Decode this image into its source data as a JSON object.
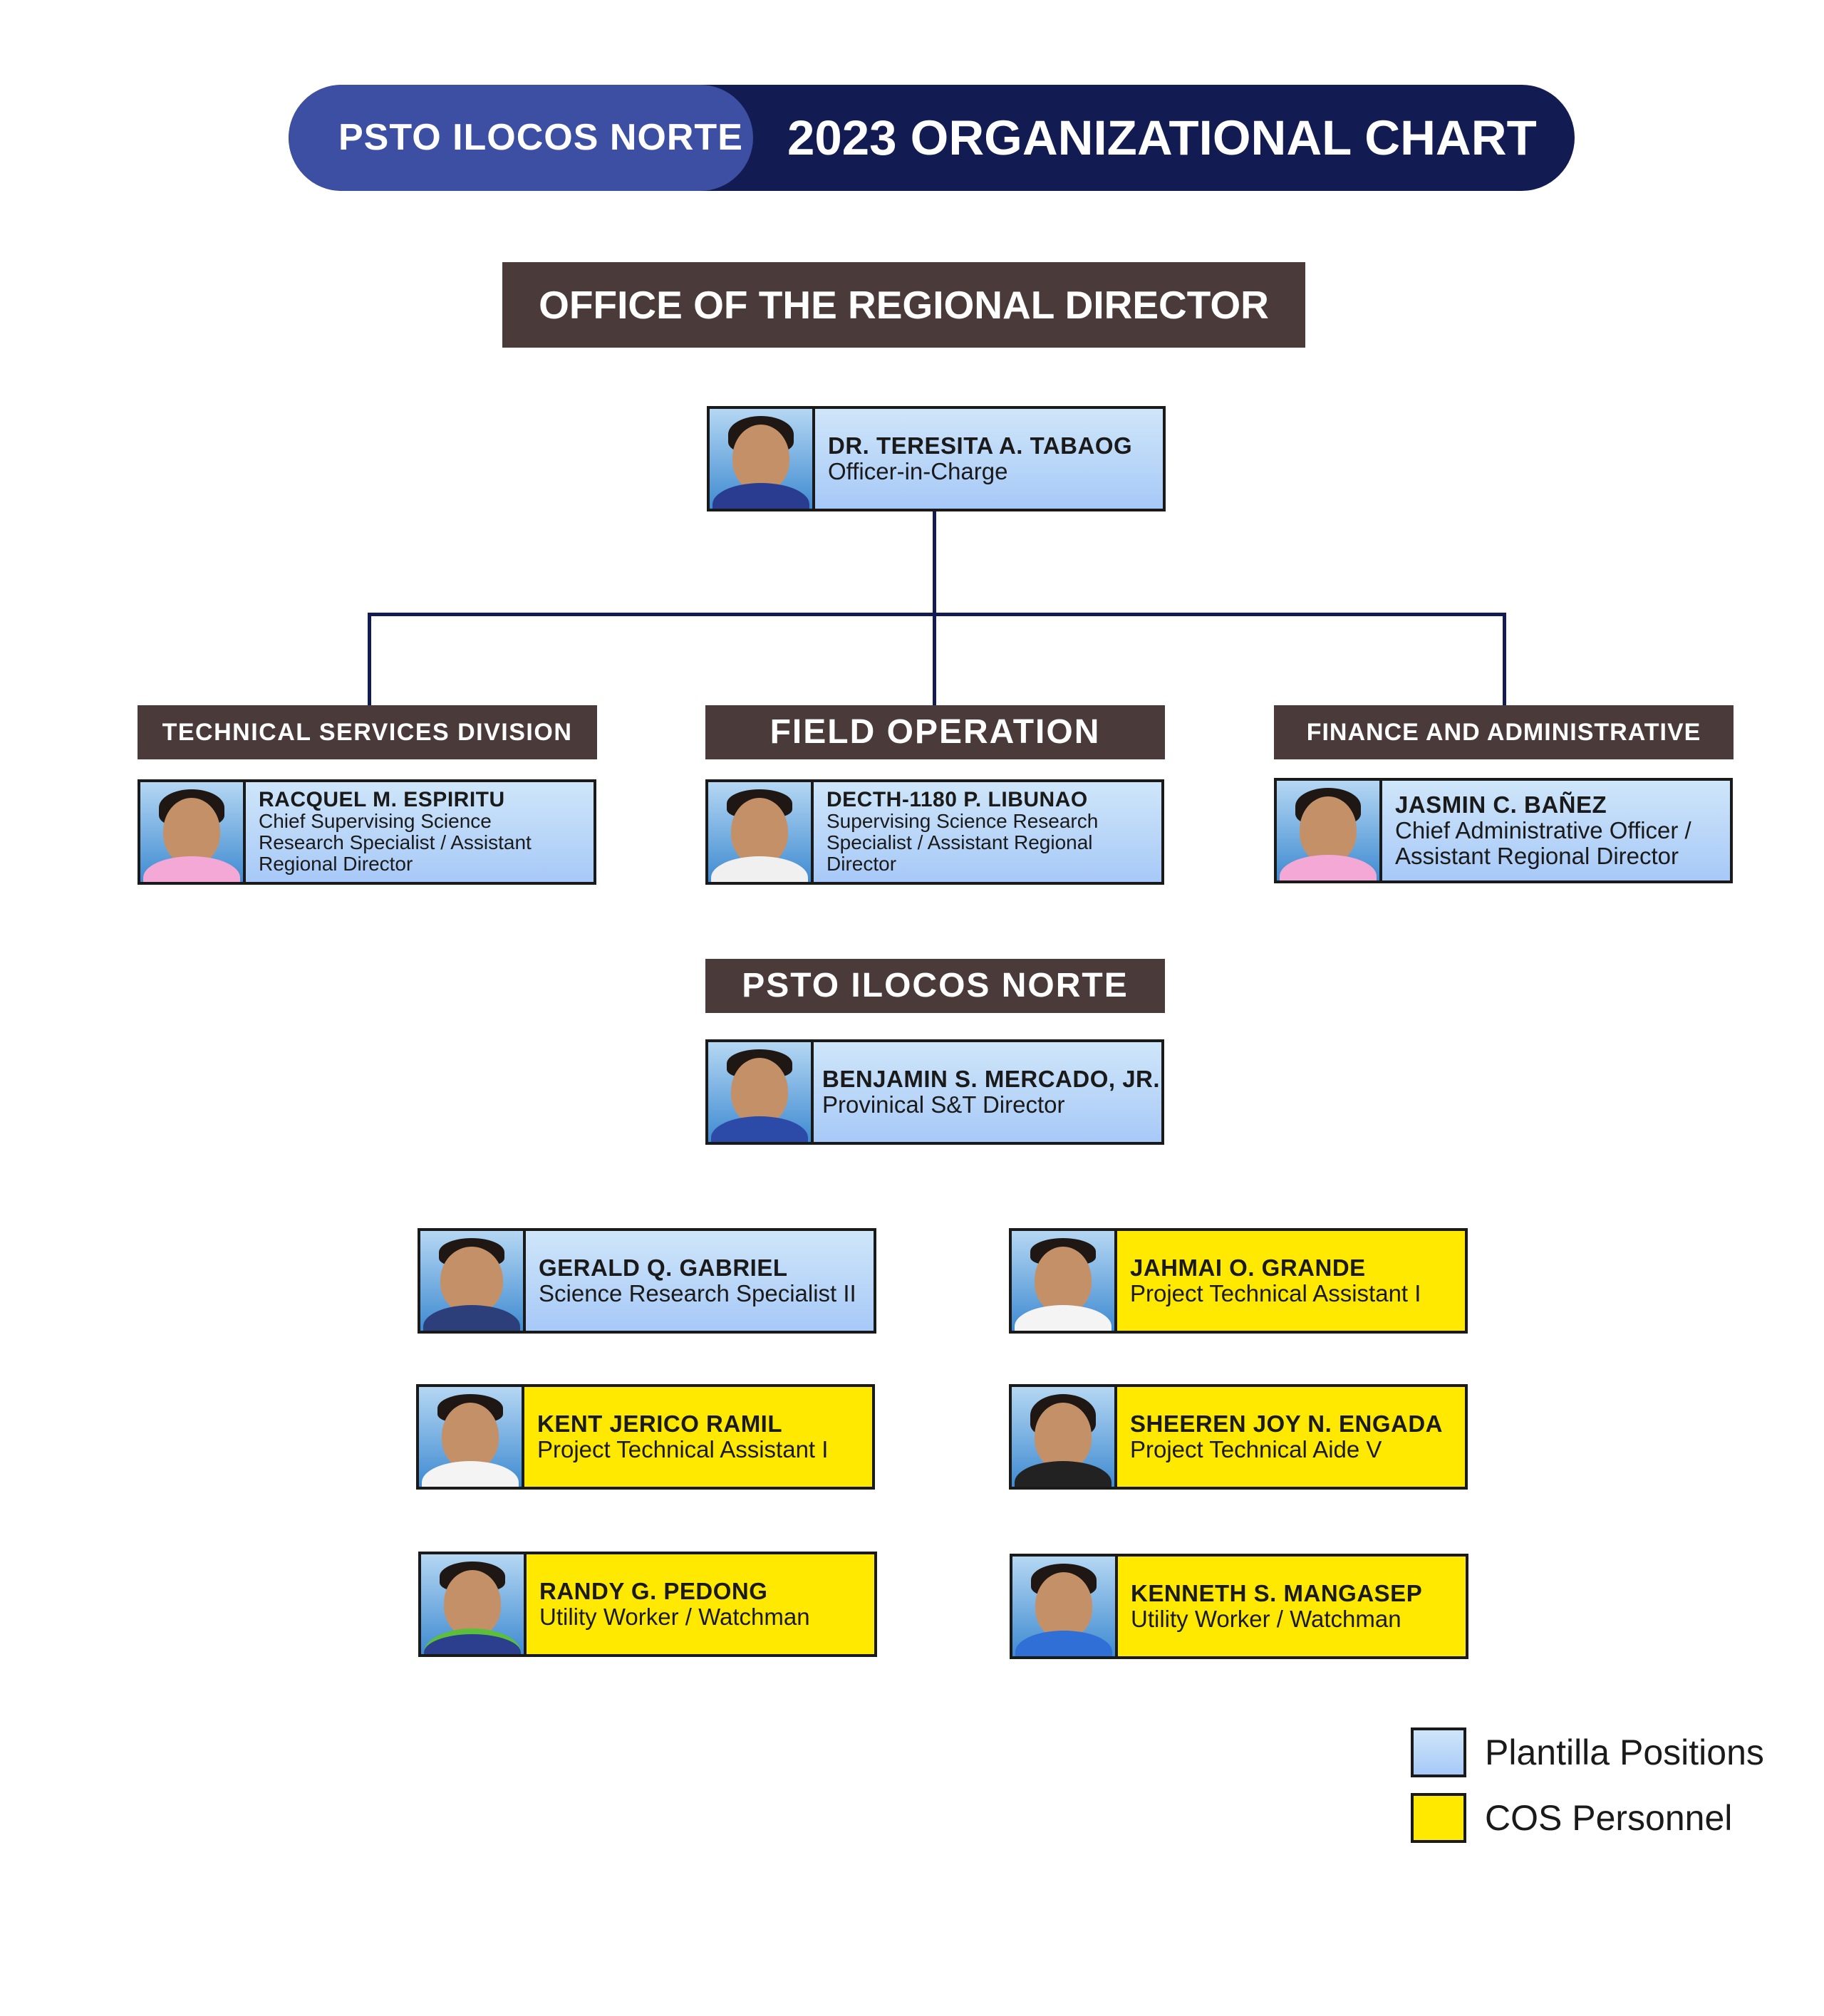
{
  "header": {
    "left_label": "PSTO ILOCOS NORTE",
    "title": "2023 ORGANIZATIONAL CHART"
  },
  "office_header": "OFFICE OF THE REGIONAL DIRECTOR",
  "director": {
    "name": "DR. TERESITA A. TABAOG",
    "role": "Officer-in-Charge",
    "type": "plantilla"
  },
  "divisions": [
    {
      "title": "TECHNICAL SERVICES DIVISION",
      "name": "RACQUEL M. ESPIRITU",
      "role_lines": [
        "Chief Supervising Science",
        "Research Specialist / Assistant",
        "Regional Director"
      ],
      "type": "plantilla"
    },
    {
      "title": "FIELD OPERATION",
      "name": "DECTH-1180 P. LIBUNAO",
      "role_lines": [
        "Supervising Science Research",
        "Specialist / Assistant Regional",
        "Director"
      ],
      "type": "plantilla"
    },
    {
      "title": "FINANCE AND ADMINISTRATIVE",
      "name": "JASMIN C. BAÑEZ",
      "role_lines": [
        "Chief Administrative Officer /",
        "Assistant Regional Director"
      ],
      "type": "plantilla"
    }
  ],
  "psto": {
    "title": "PSTO ILOCOS NORTE",
    "head": {
      "name": "BENJAMIN S. MERCADO, JR.",
      "role": "Provinical S&T Director",
      "type": "plantilla"
    }
  },
  "staff": [
    {
      "name": "GERALD Q. GABRIEL",
      "role": "Science Research Specialist II",
      "type": "plantilla"
    },
    {
      "name": "JAHMAI O. GRANDE",
      "role": "Project Technical Assistant I",
      "type": "cos"
    },
    {
      "name": "KENT JERICO RAMIL",
      "role": "Project Technical Assistant I",
      "type": "cos"
    },
    {
      "name": "SHEEREN JOY N. ENGADA",
      "role": "Project Technical Aide V",
      "type": "cos"
    },
    {
      "name": "RANDY G. PEDONG",
      "role": "Utility Worker / Watchman",
      "type": "cos"
    },
    {
      "name": "KENNETH S. MANGASEP",
      "role": "Utility Worker / Watchman",
      "type": "cos"
    }
  ],
  "legend": {
    "plantilla": {
      "label": "Plantilla Positions",
      "color": "#a7c9f8"
    },
    "cos": {
      "label": "COS Personnel",
      "color": "#ffe900"
    }
  },
  "colors": {
    "navy": "#121b52",
    "pill_accent": "#3d4fa3",
    "header_brown": "#4a3b3a"
  }
}
